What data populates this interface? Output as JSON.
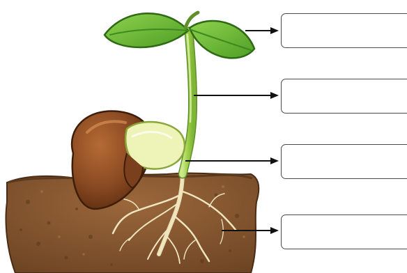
{
  "labels": [
    {
      "id": "box-1",
      "points_to": "leaves",
      "value": ""
    },
    {
      "id": "box-2",
      "points_to": "stem",
      "value": ""
    },
    {
      "id": "box-3",
      "points_to": "hypocotyl",
      "value": ""
    },
    {
      "id": "box-4",
      "points_to": "roots",
      "value": ""
    }
  ],
  "colors": {
    "leaf": "#6fbf3a",
    "leaf_dark": "#3f8a1f",
    "stem": "#b7dc6a",
    "seed_coat": "#7a3f1c",
    "seed_light": "#b56a35",
    "cotyledon": "#eef3b8",
    "soil": "#8a5a32",
    "soil_dark": "#5c3a1d",
    "root": "#f2eccb",
    "arrow": "#111111",
    "box_border": "#4a4a4a"
  }
}
